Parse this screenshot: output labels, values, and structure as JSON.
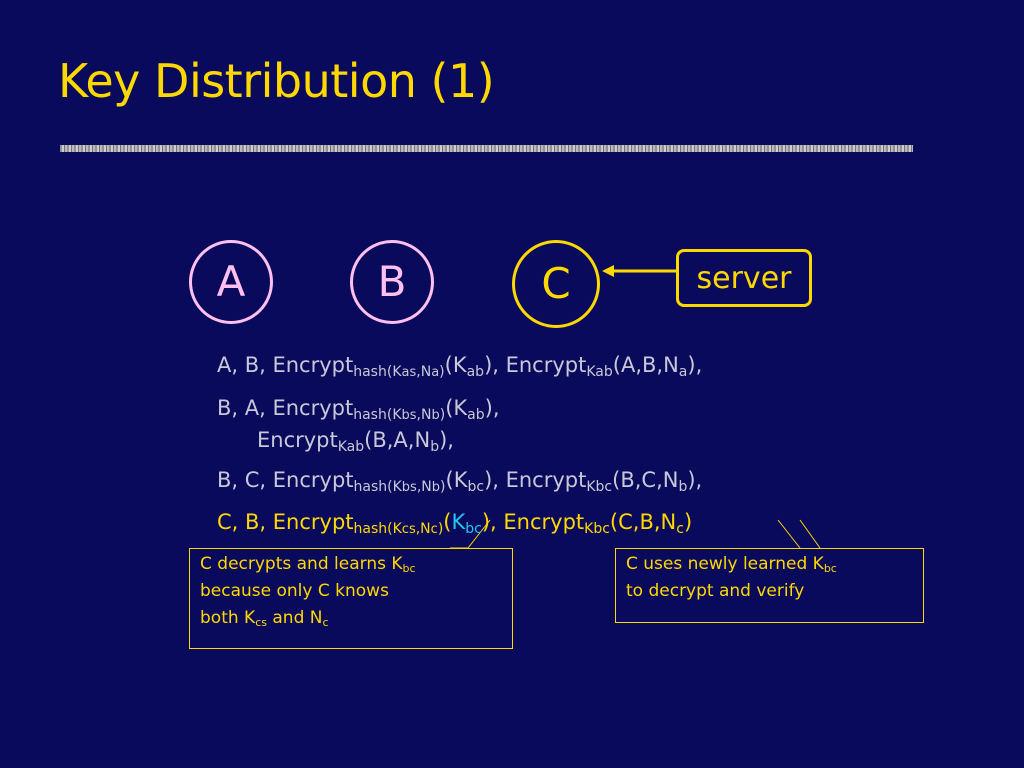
{
  "slide": {
    "title": "Key Distribution (1)"
  },
  "nodes": {
    "a": "A",
    "b": "B",
    "c": "C",
    "server": "server"
  },
  "messages": {
    "m1": {
      "prefix": "A, B, Encrypt",
      "h1": "hash(K",
      "h1s": "as",
      "h1c": ",N",
      "h1n": "a",
      "h1e": ")",
      "k": "(K",
      "ks": "ab",
      "mid": "), Encrypt",
      "es": "Kab",
      "tail": "(A,B,N",
      "ts": "a",
      "end": "),"
    },
    "m2": {
      "prefix": "B, A, Encrypt",
      "h1": "hash(K",
      "h1s": "bs",
      "h1c": ",N",
      "h1n": "b",
      "h1e": ")",
      "k": "(K",
      "ks": "ab",
      "mid": "),",
      "line2": "Encrypt",
      "es": "Kab",
      "tail": "(B,A,N",
      "ts": "b",
      "end": "),"
    },
    "m3": {
      "prefix": "B, C, Encrypt",
      "h1": "hash(K",
      "h1s": "bs",
      "h1c": ",N",
      "h1n": "b",
      "h1e": ")",
      "k": "(K",
      "ks": "bc",
      "mid": "), Encrypt",
      "es": "Kbc",
      "tail": "(B,C,N",
      "ts": "b",
      "end": "),"
    },
    "m4": {
      "prefix": "C, B, Encrypt",
      "h1": "hash(K",
      "h1s": "cs",
      "h1c": ",N",
      "h1n": "c",
      "h1e": ")",
      "k1": "(",
      "k": "K",
      "ks": "bc",
      "mid": "), Encrypt",
      "es": "Kbc",
      "tail": "(C,B,N",
      "ts": "c",
      "end": ")"
    }
  },
  "callouts": {
    "left": {
      "l1": "C decrypts and learns K",
      "l1s": "bc",
      "l2": "because only C knows",
      "l3a": "both K",
      "l3s1": "cs",
      "l3b": " and N",
      "l3s2": "c"
    },
    "right": {
      "l1": "C uses newly learned K",
      "l1s": "bc",
      "l2": "to decrypt and verify"
    }
  },
  "colors": {
    "background": "#0a0a5c",
    "title": "#ffd800",
    "pink": "#ffc0f0",
    "cyan": "#20c8f0",
    "message": "#c8c8d8"
  }
}
